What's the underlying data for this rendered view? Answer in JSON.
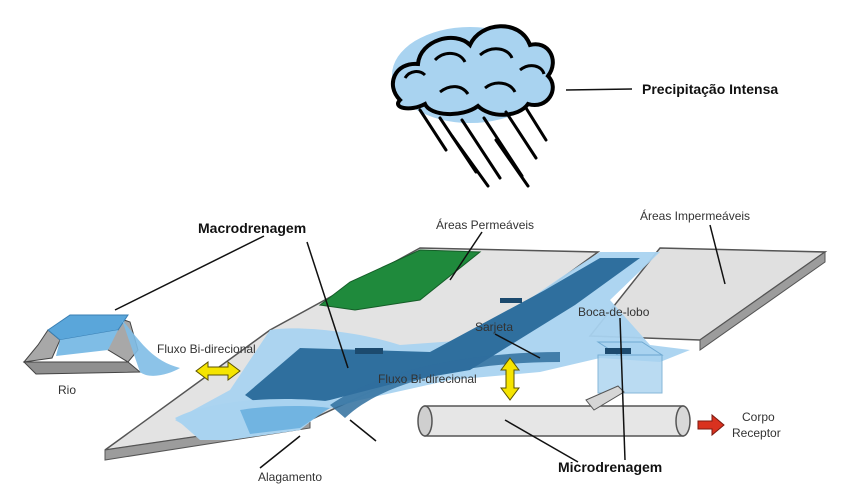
{
  "labels": {
    "precipitation": "Precipitação Intensa",
    "macro": "Macrodrenagem",
    "micro": "Microdrenagem",
    "permeable": "Áreas Permeáveis",
    "impermeable": "Áreas Impermeáveis",
    "gutter": "Sarjeta",
    "storm_inlet": "Boca-de-lobo",
    "bidirectional_flow_left": "Fluxo Bi-direcional",
    "bidirectional_flow_center": "Fluxo Bi-direcional",
    "river": "Rio",
    "flooding": "Alagamento",
    "receiver_line1": "Corpo",
    "receiver_line2": "Receptor"
  },
  "colors": {
    "water_light": "#a9d3f0",
    "water_dark": "#2f6f9e",
    "water_mid": "#5aa6da",
    "permeable_green": "#1f8a3c",
    "slab_gray": "#e0e0e0",
    "arrow_yellow": "#f5e400",
    "arrow_red": "#d9321f"
  }
}
